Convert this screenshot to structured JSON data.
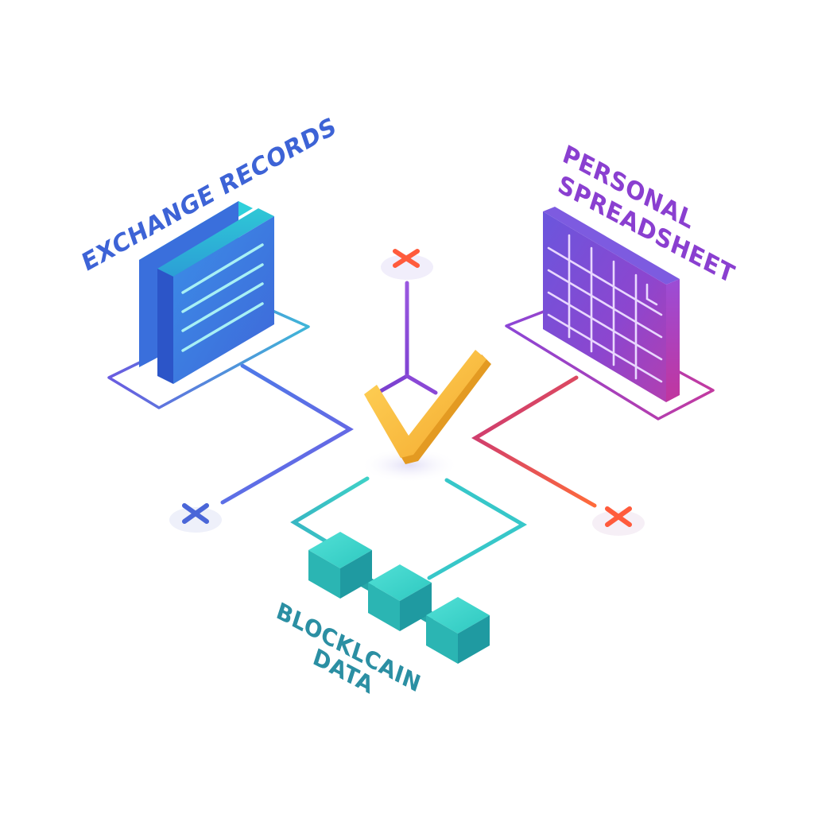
{
  "diagram": {
    "nodes": {
      "exchange": {
        "label": "EXCHANGE RECORDS"
      },
      "spreadsheet": {
        "label_line1": "PERSONAL",
        "label_line2": "SPREADSHEET"
      },
      "blockchain": {
        "label_line1": "BLOCKLCAIN",
        "label_line2": "DATA"
      }
    },
    "center": {
      "icon": "checkmark-icon"
    },
    "markers": [
      {
        "name": "top",
        "icon": "x-icon"
      },
      {
        "name": "left",
        "icon": "x-icon"
      },
      {
        "name": "right",
        "icon": "x-icon"
      }
    ],
    "colors": {
      "blue": "#3f6fe0",
      "teal": "#2ab7b9",
      "purple": "#8f3fd0",
      "red": "#ff5a3c",
      "gold": "#f6b93b"
    }
  }
}
